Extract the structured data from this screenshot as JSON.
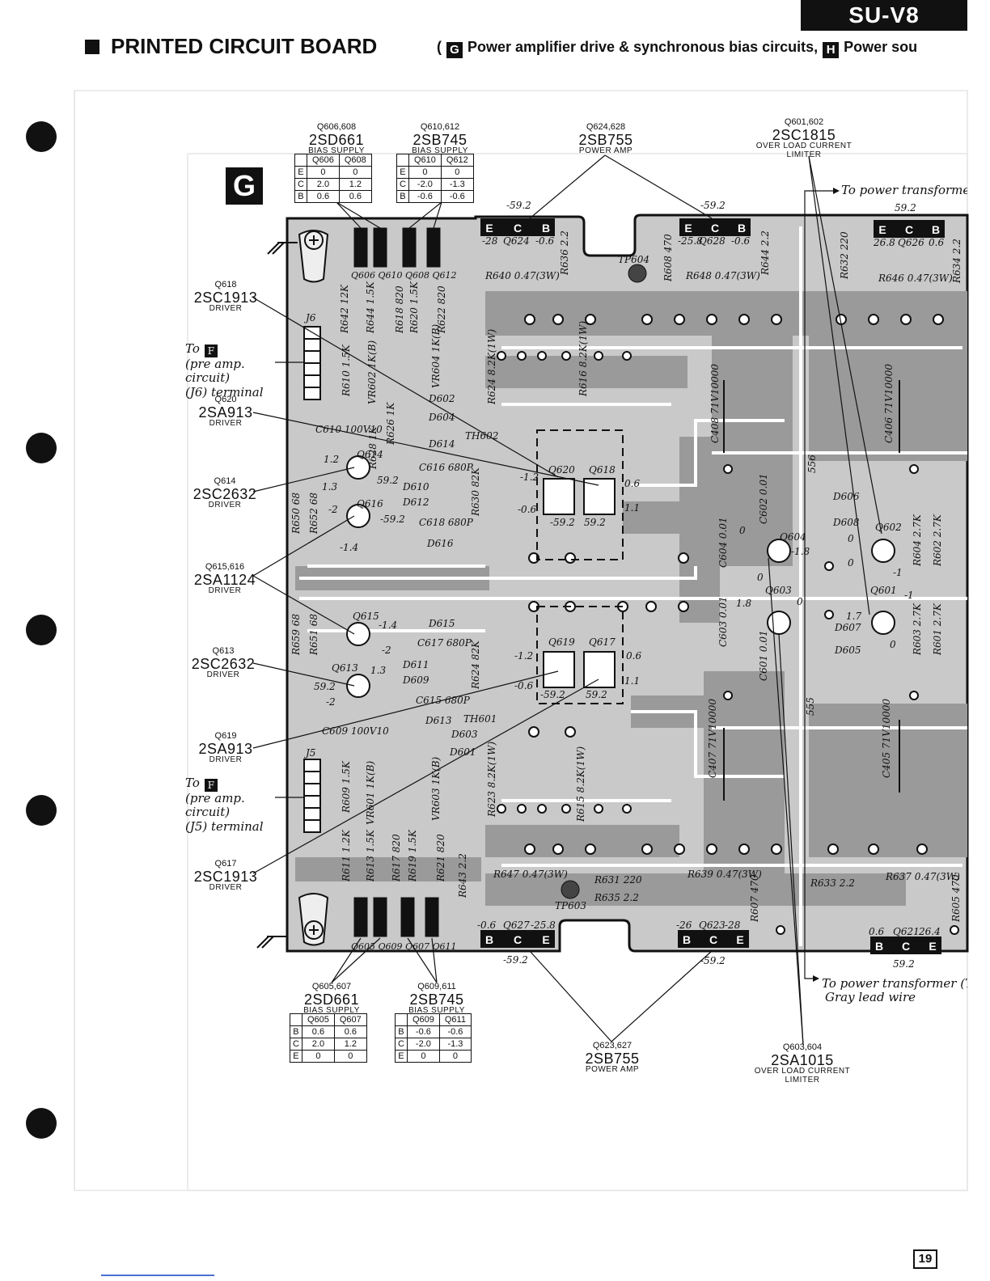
{
  "header": {
    "model": "SU-V8",
    "title": "PRINTED CIRCUIT BOARD",
    "subtitle_open": "(",
    "subtitle_g_box": "G",
    "subtitle_g_text": "Power amplifier drive & synchronous bias circuits,",
    "subtitle_h_box": "H",
    "subtitle_h_text": "Power sou"
  },
  "board_label": "G",
  "page_number": "19",
  "components": [
    {
      "id": "q606",
      "q": "Q606,608",
      "pn": "2SD661",
      "role": "BIAS SUPPLY"
    },
    {
      "id": "q610",
      "q": "Q610,612",
      "pn": "2SB745",
      "role": "BIAS SUPPLY"
    },
    {
      "id": "q624",
      "q": "Q624,628",
      "pn": "2SB755",
      "role": "POWER AMP"
    },
    {
      "id": "q601",
      "q": "Q601,602",
      "pn": "2SC1815",
      "role": "OVER LOAD CURRENT LIMITER"
    },
    {
      "id": "q618",
      "q": "Q618",
      "pn": "2SC1913",
      "role": "DRIVER"
    },
    {
      "id": "q620",
      "q": "Q620",
      "pn": "2SA913",
      "role": "DRIVER"
    },
    {
      "id": "q614",
      "q": "Q614",
      "pn": "2SC2632",
      "role": "DRIVER"
    },
    {
      "id": "q615",
      "q": "Q615,616",
      "pn": "2SA1124",
      "role": "DRIVER"
    },
    {
      "id": "q613",
      "q": "Q613",
      "pn": "2SC2632",
      "role": "DRIVER"
    },
    {
      "id": "q619",
      "q": "Q619",
      "pn": "2SA913",
      "role": "DRIVER"
    },
    {
      "id": "q617",
      "q": "Q617",
      "pn": "2SC1913",
      "role": "DRIVER"
    },
    {
      "id": "q605",
      "q": "Q605,607",
      "pn": "2SD661",
      "role": "BIAS SUPPLY"
    },
    {
      "id": "q609",
      "q": "Q609,611",
      "pn": "2SB745",
      "role": "BIAS SUPPLY"
    },
    {
      "id": "q623",
      "q": "Q623,627",
      "pn": "2SB755",
      "role": "POWER AMP"
    },
    {
      "id": "q603",
      "q": "Q603,604",
      "pn": "2SA1015",
      "role": "OVER LOAD CURRENT LIMITER"
    }
  ],
  "notes": {
    "to_f_j6": {
      "to": "To",
      "box": "F",
      "line2": "(pre amp. circuit)",
      "line3": "(J6) terminal"
    },
    "to_f_j5": {
      "to": "To",
      "box": "F",
      "line2": "(pre amp. circuit)",
      "line3": "(J5) terminal"
    },
    "to_transformer_top": "To power transformer (T4",
    "to_transformer_bottom_1": "To power transformer (T401",
    "to_transformer_bottom_2": "Gray lead wire"
  },
  "tables": {
    "top_left": {
      "headers": [
        "",
        "Q606",
        "Q608"
      ],
      "rows": [
        [
          "E",
          "0",
          "0"
        ],
        [
          "C",
          "2.0",
          "1.2"
        ],
        [
          "B",
          "0.6",
          "0.6"
        ]
      ]
    },
    "top_mid": {
      "headers": [
        "",
        "Q610",
        "Q612"
      ],
      "rows": [
        [
          "E",
          "0",
          "0"
        ],
        [
          "C",
          "-2.0",
          "-1.3"
        ],
        [
          "B",
          "-0.6",
          "-0.6"
        ]
      ]
    },
    "bottom_left": {
      "headers": [
        "",
        "Q605",
        "Q607"
      ],
      "rows": [
        [
          "B",
          "0.6",
          "0.6"
        ],
        [
          "C",
          "2.0",
          "1.2"
        ],
        [
          "E",
          "0",
          "0"
        ]
      ]
    },
    "bottom_mid": {
      "headers": [
        "",
        "Q609",
        "Q611"
      ],
      "rows": [
        [
          "B",
          "-0.6",
          "-0.6"
        ],
        [
          "C",
          "-2.0",
          "-1.3"
        ],
        [
          "E",
          "0",
          "0"
        ]
      ]
    }
  },
  "pcb_labels": {
    "r640": "R640 0.47(3W)",
    "r648": "R648 0.47(3W)",
    "r646": "R646 0.47(3W)",
    "r647": "R647 0.47(3W)",
    "r631": "R631 220",
    "r635": "R635 2.2",
    "r639": "R639 0.47(3W)",
    "r633": "R633 2.2",
    "r637": "R637 0.47(3W)",
    "tp604": "TP604",
    "tp603": "TP603",
    "th602": "TH602",
    "th601": "TH601",
    "c610": "C610 100V10",
    "c609": "C609 100V10",
    "c616": "C616 680P",
    "c618": "C618 680P",
    "c617": "C617 680P",
    "c615": "C615 680P",
    "d602": "D602",
    "d604": "D604",
    "d614": "D614",
    "d610": "D610",
    "d612": "D612",
    "d616": "D616",
    "d615": "D615",
    "d611": "D611",
    "d609": "D609",
    "d613": "D613",
    "d603": "D603",
    "d601": "D601",
    "d606": "D606",
    "d608": "D608",
    "d607": "D607",
    "d605": "D605",
    "q620b": "Q620",
    "q618b": "Q618",
    "q619b": "Q619",
    "q617b": "Q617",
    "q614b": "Q614",
    "q616b": "Q616",
    "q615b": "Q615",
    "q613b": "Q613",
    "q604b": "Q604",
    "q602b": "Q602",
    "q603b": "Q603",
    "q601b": "Q601",
    "q624b": "Q624",
    "q628b": "Q628",
    "q626b": "Q626",
    "q627b": "Q627",
    "q623b": "Q623",
    "q621b": "Q621",
    "top_row": "Q606 Q610 Q608 Q612",
    "bot_row": "Q605 Q609 Q607 Q611",
    "v_592": "-59.2",
    "v_28": "-28",
    "v_06": "-0.6",
    "v_258": "-25.8",
    "v_268": "26.8",
    "v_06b": "0.6",
    "v_p592": "59.2",
    "v_264": "26.4",
    "v_n26": "-26",
    "v_28b": "-28",
    "j6": "J6",
    "j5": "J5",
    "c408": "C408 71V10000",
    "c406": "C406 71V10000",
    "c407": "C407 71V10000",
    "c405": "C405 71V10000",
    "c604": "C604 0.01",
    "c602": "C602 0.01",
    "c603": "C603 0.01",
    "c601": "C601 0.01",
    "r642": "R642 12K",
    "r644": "R644 1.5K",
    "r618": "R618 820",
    "r620": "R620 1.5K",
    "r622": "R622 820",
    "r610": "R610 1.5K",
    "vr602": "VR602 1K(B)",
    "vr604": "VR604 1K(B)",
    "r624": "R624 8.2K(1W)",
    "r616": "R616 8.2K(1W)",
    "r623": "R623 8.2K(1W)",
    "r615": "R615 8.2K(1W)",
    "r609": "R609 1.5K",
    "vr601": "VR601 1K(B)",
    "vr603": "VR603 1K(B)",
    "r611": "R611 1.2K",
    "r613": "R613 1.5K",
    "r617": "R617 820",
    "r619": "R619 1.5K",
    "r621": "R621 820",
    "r643": "R643 2.2",
    "r650": "R650 68",
    "r652": "R652 68",
    "r659": "R659 68",
    "r651": "R651 68",
    "r628": "R628 1K",
    "r626": "R626 1K",
    "r630": "R630 82K",
    "r624k": "R624 82K",
    "r636": "R636 2.2",
    "r608": "R608 470",
    "r644b": "R644 2.2",
    "r632": "R632 220",
    "r634": "R634 2.2",
    "r604": "R604 2.7K",
    "r602": "R602 2.7K",
    "r603": "R603 2.7K",
    "r601": "R601 2.7K",
    "r607": "R607 470",
    "r605": "R605 470",
    "l_556": "556",
    "l_555": "555",
    "v12": "1.2",
    "v14": "-1.4",
    "v2": "-2",
    "v13": "1.3",
    "v592a": "59.2",
    "v592b": "-59.2",
    "v_m12": "-1.2",
    "v_m06": "-0.6",
    "v_p06": "0.6",
    "v_11": "1.1",
    "v_0": "0",
    "v_18": "-1.8",
    "v_17": "1.7",
    "v_m1": "-1",
    "v_m18": "1.8"
  }
}
